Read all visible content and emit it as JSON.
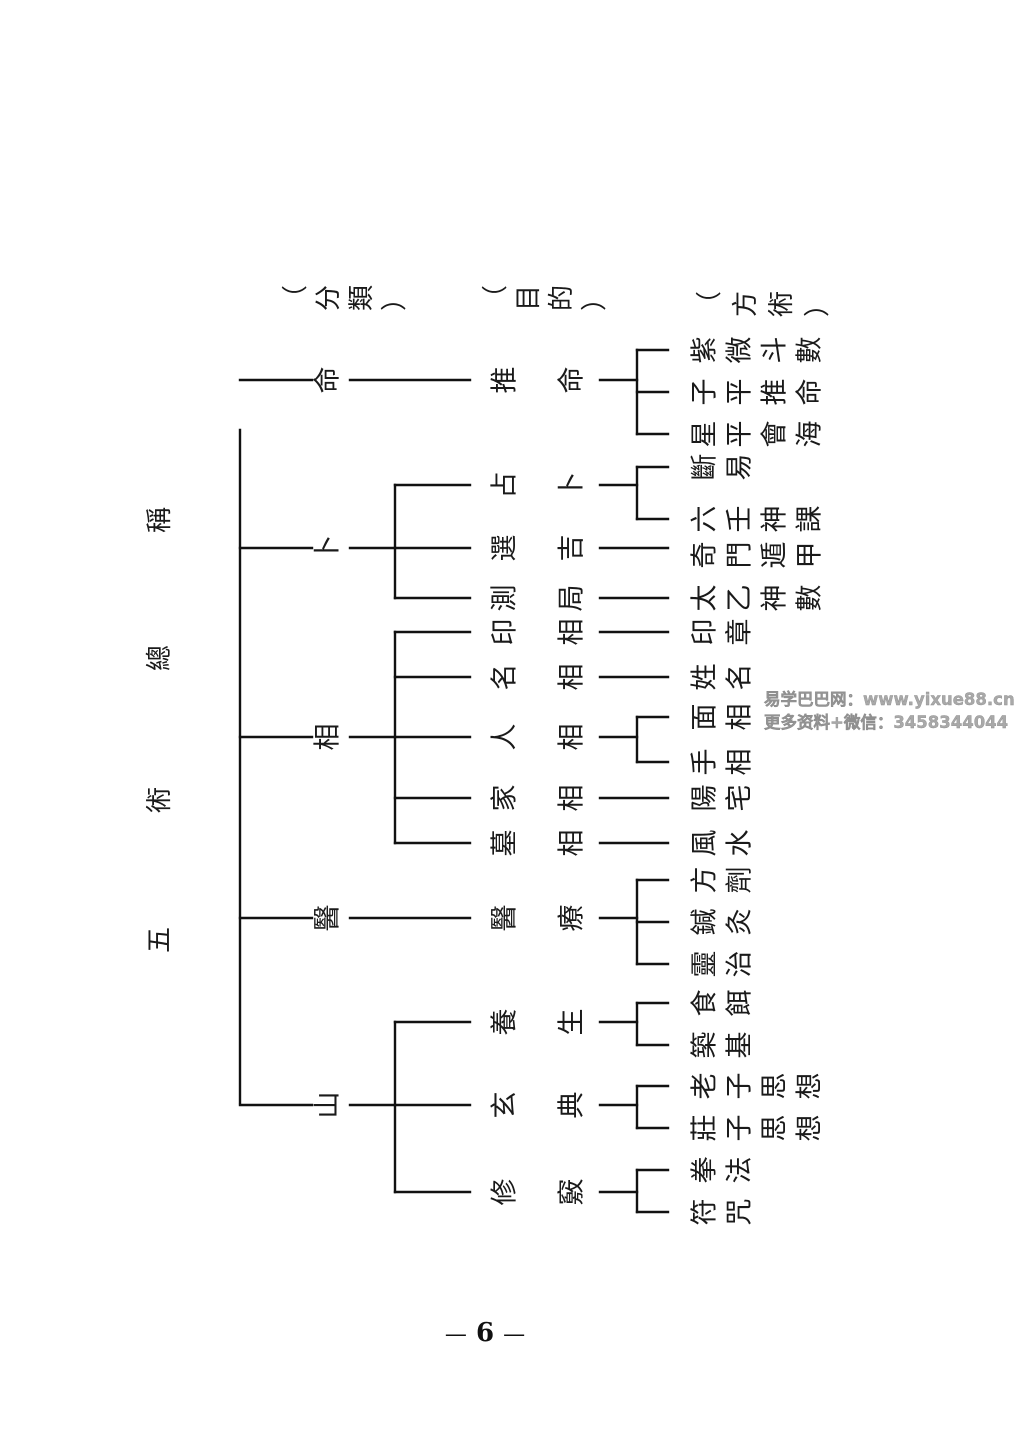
{
  "title": {
    "text": "五術總稱",
    "chars": [
      "五",
      "術",
      "總",
      "稱"
    ]
  },
  "headers": {
    "category": "（分類）",
    "purpose": "（目的）",
    "method": "（方術）"
  },
  "categories": [
    {
      "name": "命",
      "purposes": [
        {
          "name": "推命",
          "methods": [
            "紫微斗數",
            "子平推命",
            "星平會海"
          ]
        }
      ]
    },
    {
      "name": "卜",
      "purposes": [
        {
          "name": "占卜",
          "methods": [
            "斷易",
            "六壬神課"
          ]
        },
        {
          "name": "選吉",
          "methods": [
            "奇門遁甲"
          ]
        },
        {
          "name": "測局",
          "methods": [
            "太乙神數"
          ]
        }
      ]
    },
    {
      "name": "相",
      "purposes": [
        {
          "name": "印相",
          "methods": [
            "印章"
          ]
        },
        {
          "name": "名相",
          "methods": [
            "姓名"
          ]
        },
        {
          "name": "人相",
          "methods": [
            "面相",
            "手相"
          ]
        },
        {
          "name": "家相",
          "methods": [
            "陽宅"
          ]
        },
        {
          "name": "墓相",
          "methods": [
            "風水"
          ]
        }
      ]
    },
    {
      "name": "醫",
      "purposes": [
        {
          "name": "醫療",
          "methods": [
            "方劑",
            "鍼灸",
            "靈治"
          ]
        }
      ]
    },
    {
      "name": "山",
      "purposes": [
        {
          "name": "養生",
          "methods": [
            "食餌",
            "築基"
          ]
        },
        {
          "name": "玄典",
          "methods": [
            "老子思想",
            "莊子思想"
          ]
        },
        {
          "name": "修竅",
          "methods": [
            "拳法",
            "符咒"
          ]
        }
      ]
    }
  ],
  "watermark": {
    "line1": "易学巴巴网：www.yixue88.cn",
    "line2": "更多资料+微信：3458344044"
  },
  "page_number": {
    "dash_left": "—",
    "number": "6",
    "dash_right": "—"
  }
}
